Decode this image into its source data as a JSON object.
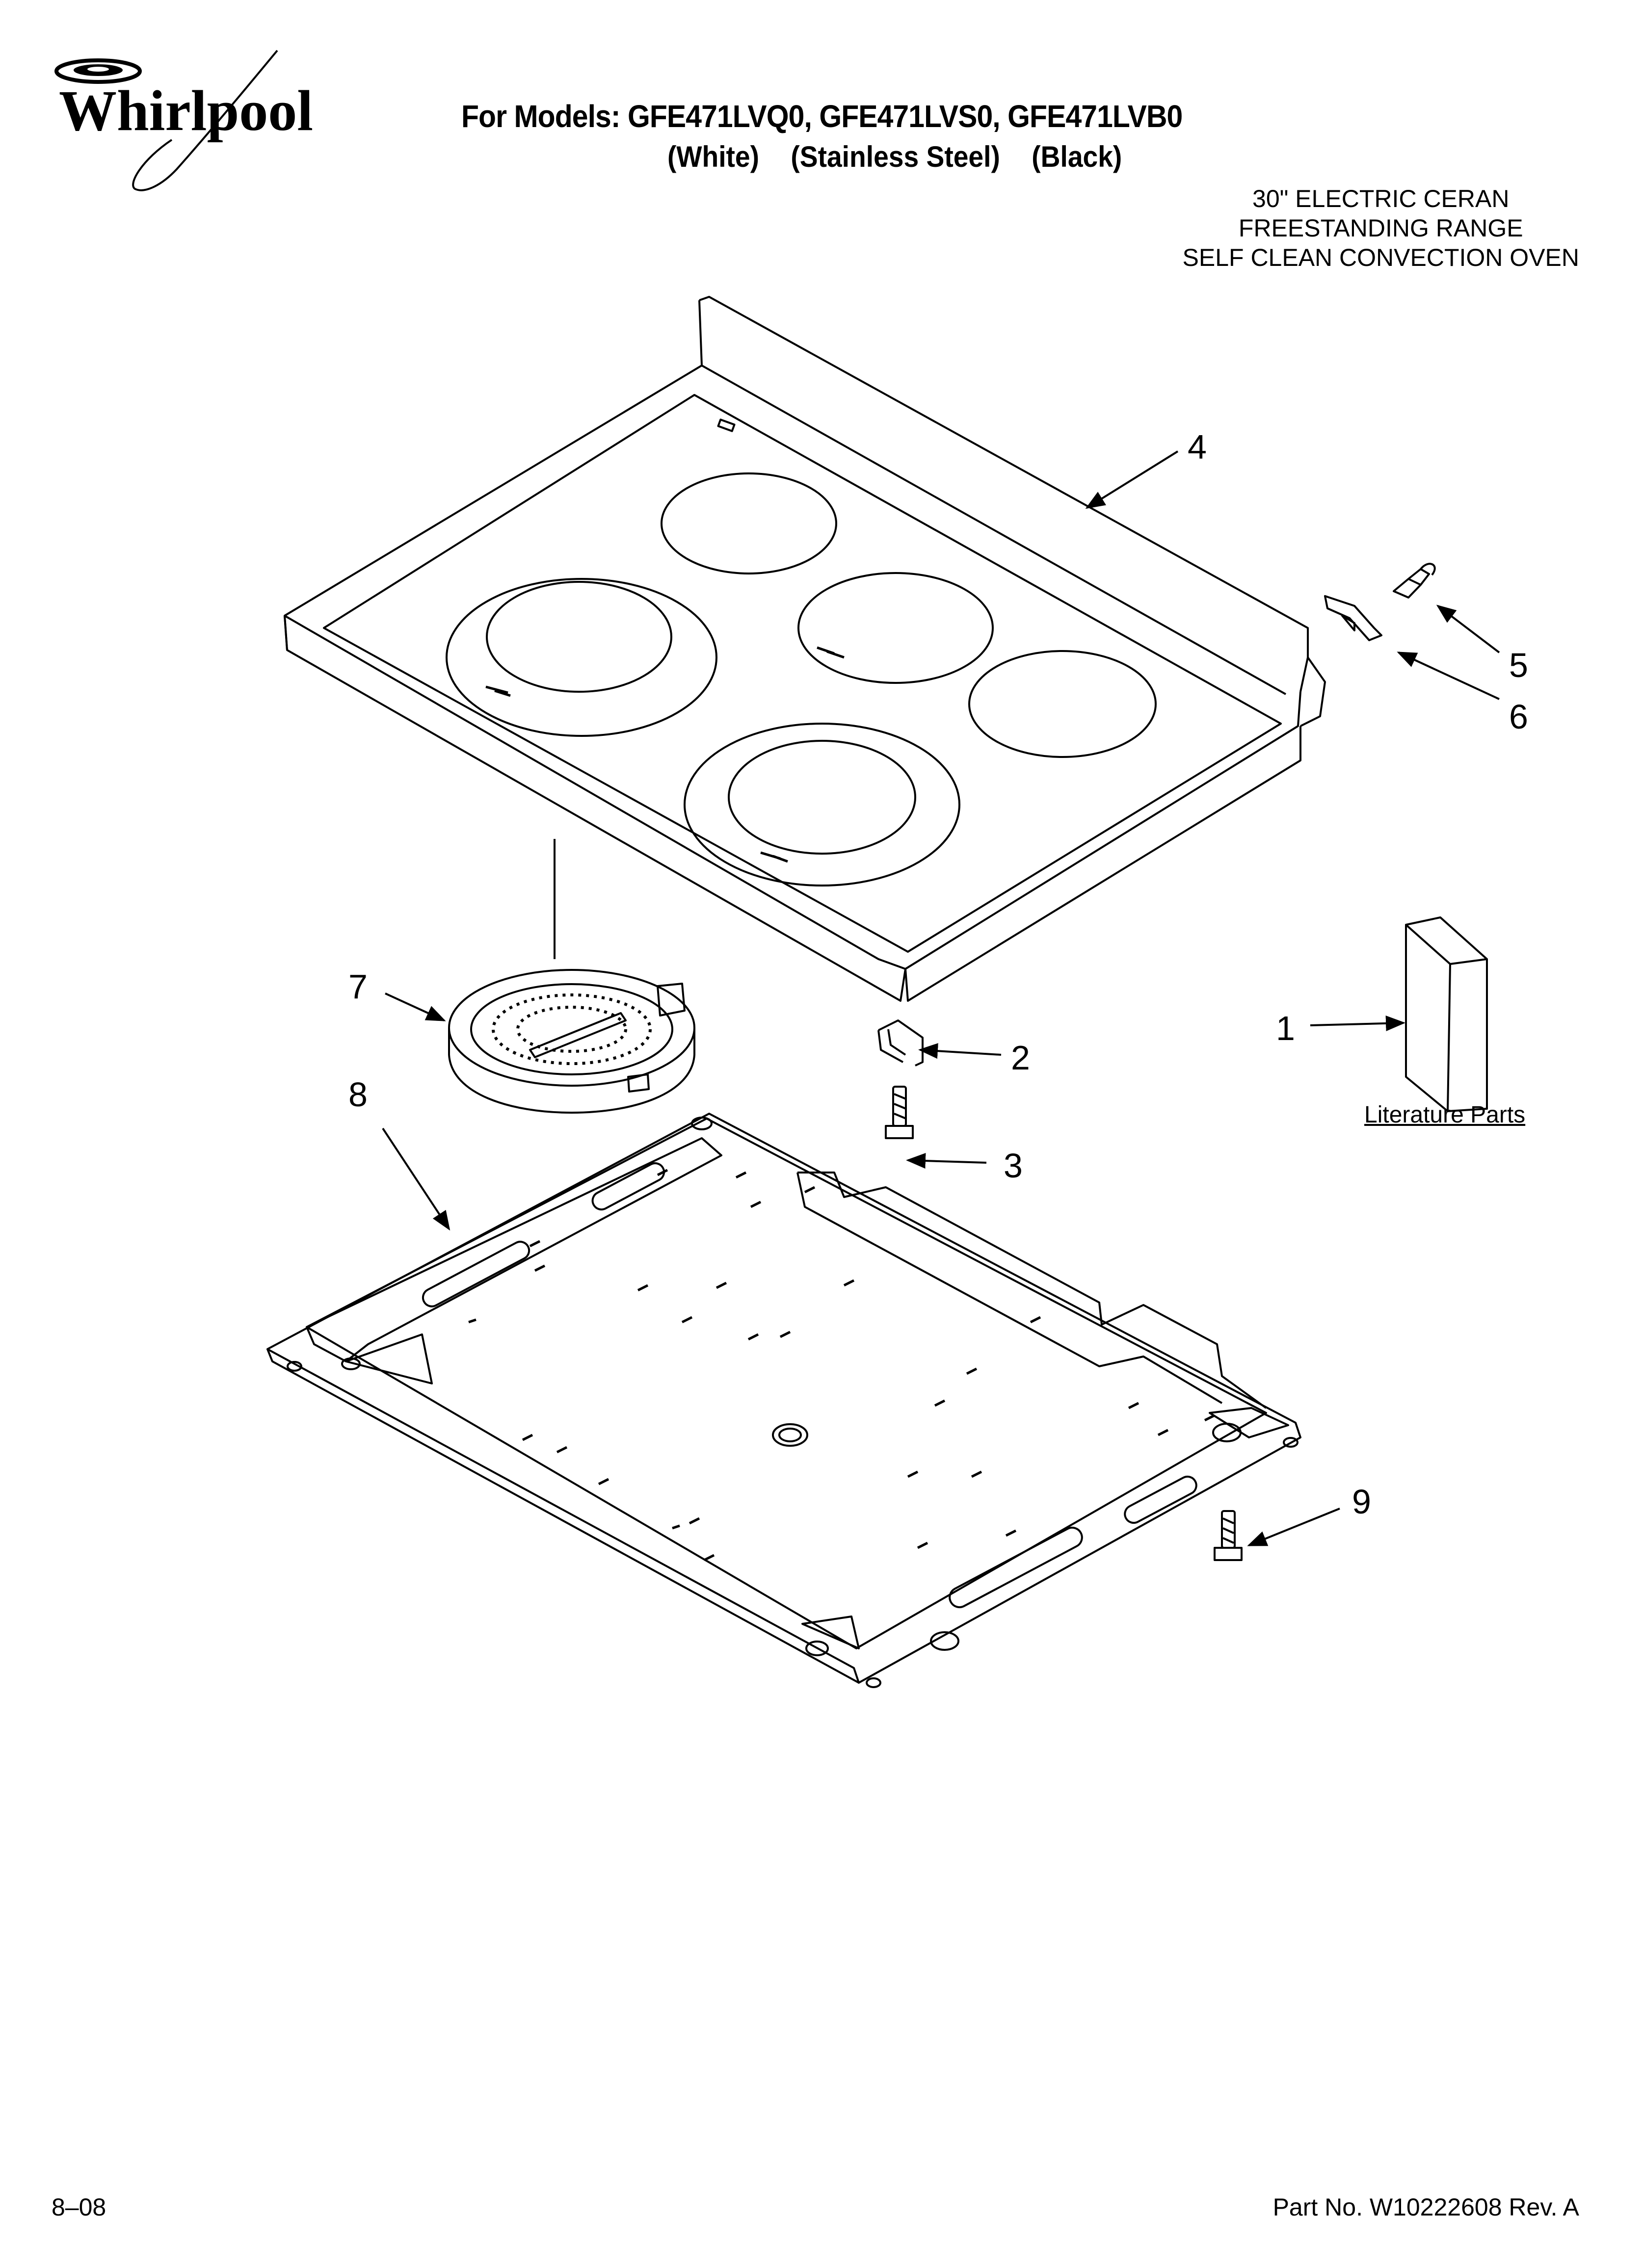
{
  "brand": "Whirlpool",
  "header": {
    "models_line": "For Models: GFE471LVQ0, GFE471LVS0, GFE471LVB0",
    "variants": [
      "(White)",
      "(Stainless Steel)",
      "(Black)"
    ]
  },
  "product_description": [
    "30\" ELECTRIC CERAN",
    "FREESTANDING RANGE",
    "SELF CLEAN CONVECTION OVEN"
  ],
  "callouts": [
    "1",
    "2",
    "3",
    "4",
    "5",
    "6",
    "7",
    "8",
    "9"
  ],
  "literature_label": "Literature Parts",
  "footer": {
    "date": "8–08",
    "part_number": "Part No. W10222608 Rev. A"
  }
}
